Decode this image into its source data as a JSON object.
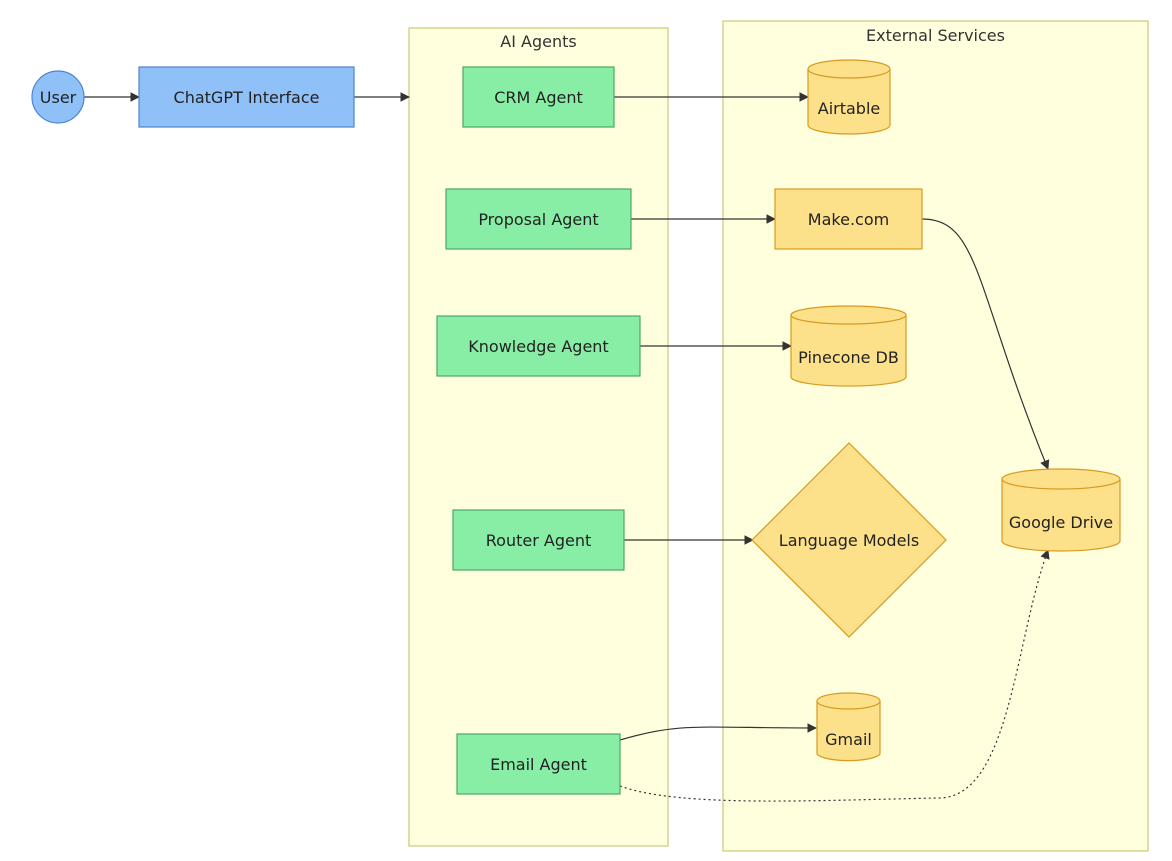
{
  "diagram": {
    "groups": {
      "ai_agents": "AI Agents",
      "external_services": "External Services"
    },
    "nodes": {
      "user": "User",
      "chatgpt": "ChatGPT Interface",
      "crm_agent": "CRM Agent",
      "proposal_agent": "Proposal Agent",
      "knowledge_agent": "Knowledge Agent",
      "router_agent": "Router Agent",
      "email_agent": "Email Agent",
      "airtable": "Airtable",
      "make": "Make.com",
      "pinecone": "Pinecone DB",
      "language_models": "Language Models",
      "gmail": "Gmail",
      "google_drive": "Google Drive"
    },
    "edges": [
      {
        "from": "User",
        "to": "ChatGPT Interface",
        "style": "solid"
      },
      {
        "from": "ChatGPT Interface",
        "to": "AI Agents",
        "style": "solid"
      },
      {
        "from": "CRM Agent",
        "to": "Airtable",
        "style": "solid"
      },
      {
        "from": "Proposal Agent",
        "to": "Make.com",
        "style": "solid"
      },
      {
        "from": "Make.com",
        "to": "Google Drive",
        "style": "solid"
      },
      {
        "from": "Knowledge Agent",
        "to": "Pinecone DB",
        "style": "solid"
      },
      {
        "from": "Router Agent",
        "to": "Language Models",
        "style": "solid"
      },
      {
        "from": "Email Agent",
        "to": "Gmail",
        "style": "solid"
      },
      {
        "from": "Email Agent",
        "to": "Google Drive",
        "style": "dotted"
      }
    ],
    "colors": {
      "group_fill": "#ffffde",
      "group_stroke": "#c8c878",
      "user_fill": "#8fc1f8",
      "user_stroke": "#4a84d4",
      "agent_fill": "#88eea6",
      "agent_stroke": "#4aa864",
      "service_fill": "#fde08a",
      "service_stroke": "#d89a20",
      "edge": "#333333"
    }
  }
}
